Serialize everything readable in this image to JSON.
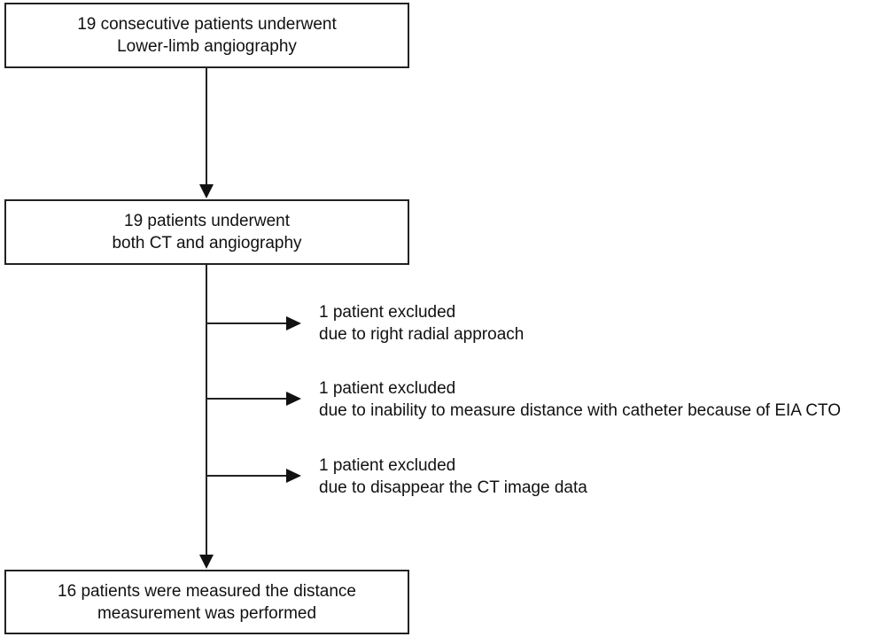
{
  "boxes": [
    {
      "line1": "19 consecutive patients underwent",
      "line2": "Lower-limb angiography"
    },
    {
      "line1": "19 patients underwent",
      "line2": "both CT and angiography"
    },
    {
      "line1": "16 patients were measured the distance",
      "line2": "measurement was performed"
    }
  ],
  "exclusions": [
    {
      "line1": "1 patient excluded",
      "line2": "due to right radial approach"
    },
    {
      "line1": "1 patient excluded",
      "line2": "due to inability to measure distance with catheter because of EIA CTO"
    },
    {
      "line1": "1 patient excluded",
      "line2": "due to disappear the CT image data"
    }
  ]
}
